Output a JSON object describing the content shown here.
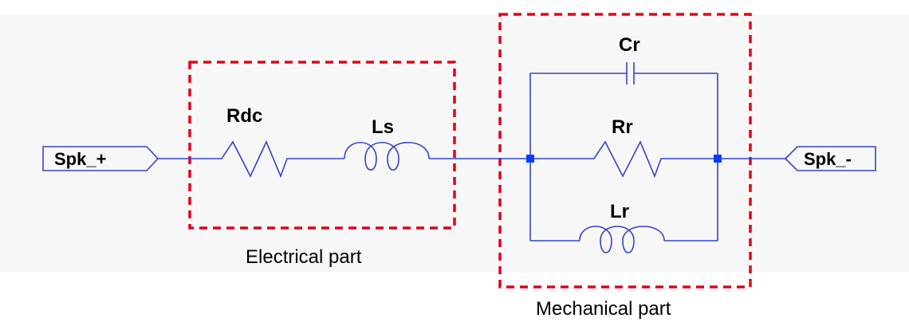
{
  "components": {
    "rdc": "Rdc",
    "ls": "Ls",
    "cr": "Cr",
    "rr": "Rr",
    "lr": "Lr"
  },
  "ports": {
    "left": "Spk_+",
    "right": "Spk_-"
  },
  "groups": {
    "electrical": "Electrical part",
    "mechanical": "Mechanical part"
  },
  "colors": {
    "wire": "#3344cc",
    "node": "#0a3cff",
    "group_border": "#e3001b",
    "background_band": "#f7f7f7"
  }
}
